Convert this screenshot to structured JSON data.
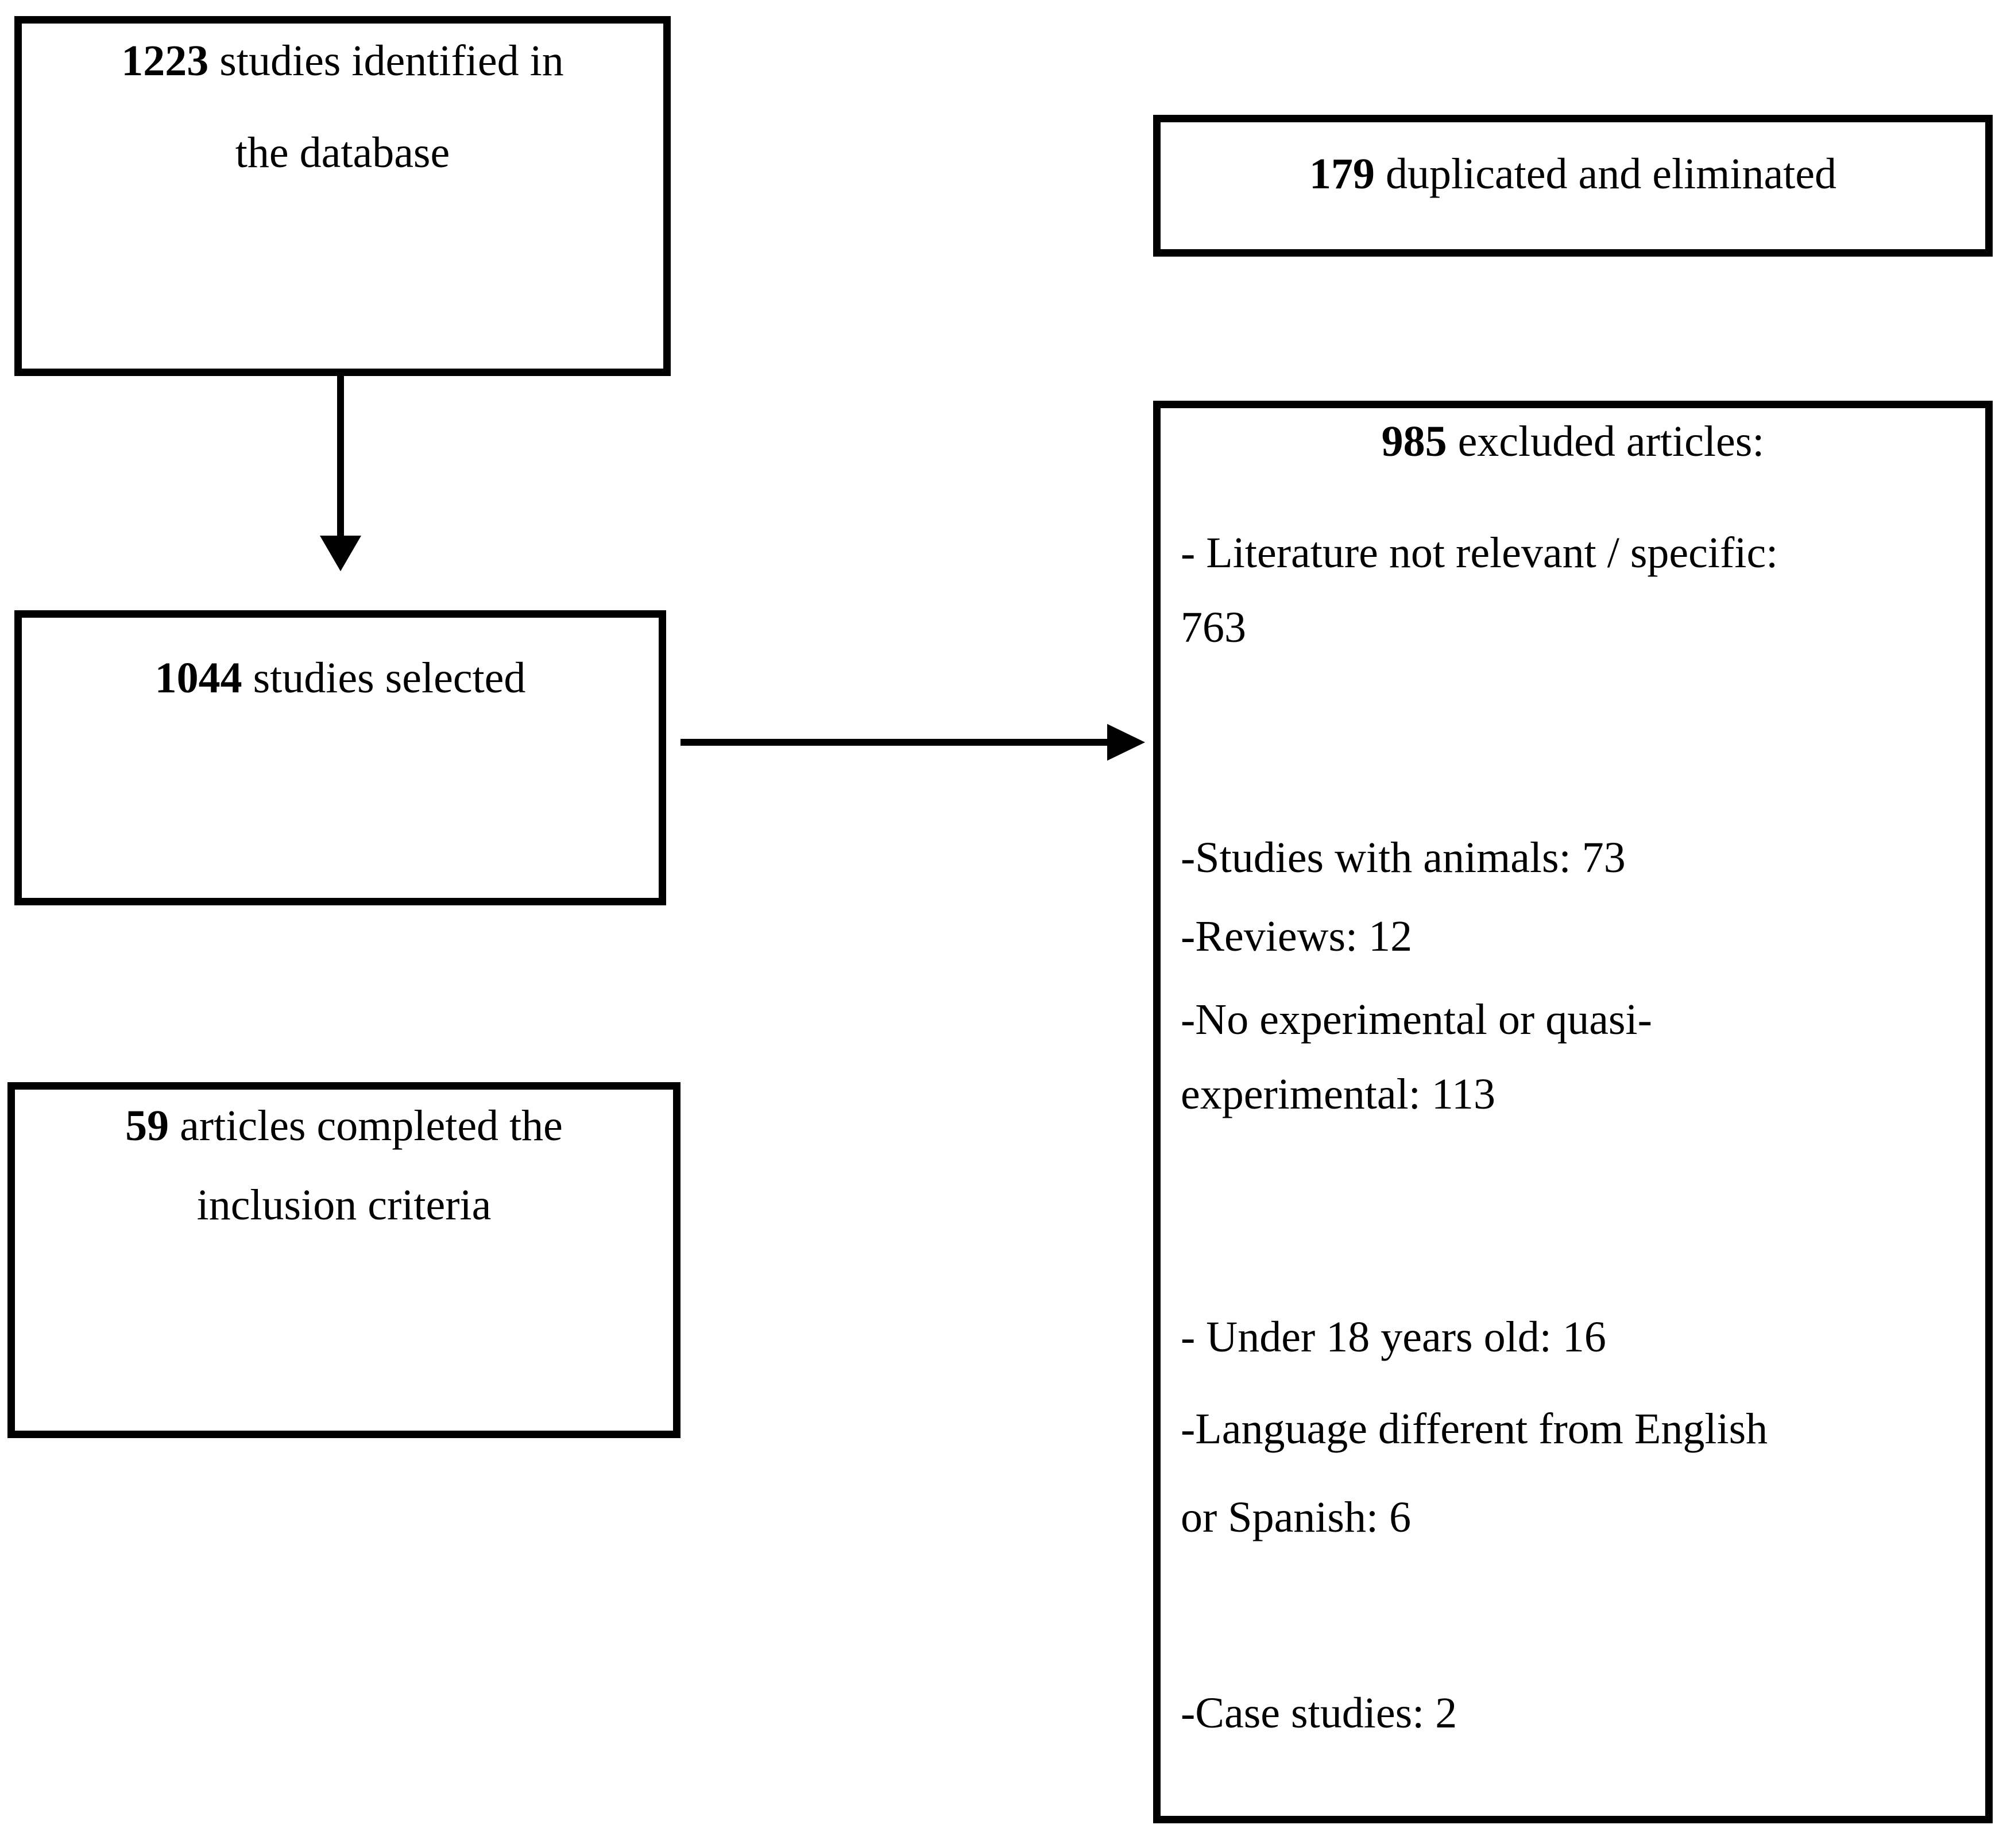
{
  "figure": {
    "boxes": {
      "identified": {
        "number": "1223",
        "text": "studies identified in",
        "line2": "the database"
      },
      "duplicated": {
        "number": "179",
        "text": "duplicated and eliminated"
      },
      "selected": {
        "number": "1044",
        "text": "studies selected"
      },
      "included": {
        "number": "59",
        "text": "articles completed the",
        "line2": "inclusion criteria"
      },
      "excluded": {
        "number": "985",
        "title_rest": "excluded articles:",
        "items": [
          "- Literature not relevant / specific:",
          "763",
          "-Studies with animals: 73",
          "-Reviews: 12",
          "-No experimental or quasi-",
          "experimental: 113",
          "- Under 18 years old: 16",
          "-Language different from English",
          "or Spanish: 6",
          "-Case studies: 2"
        ]
      }
    }
  }
}
